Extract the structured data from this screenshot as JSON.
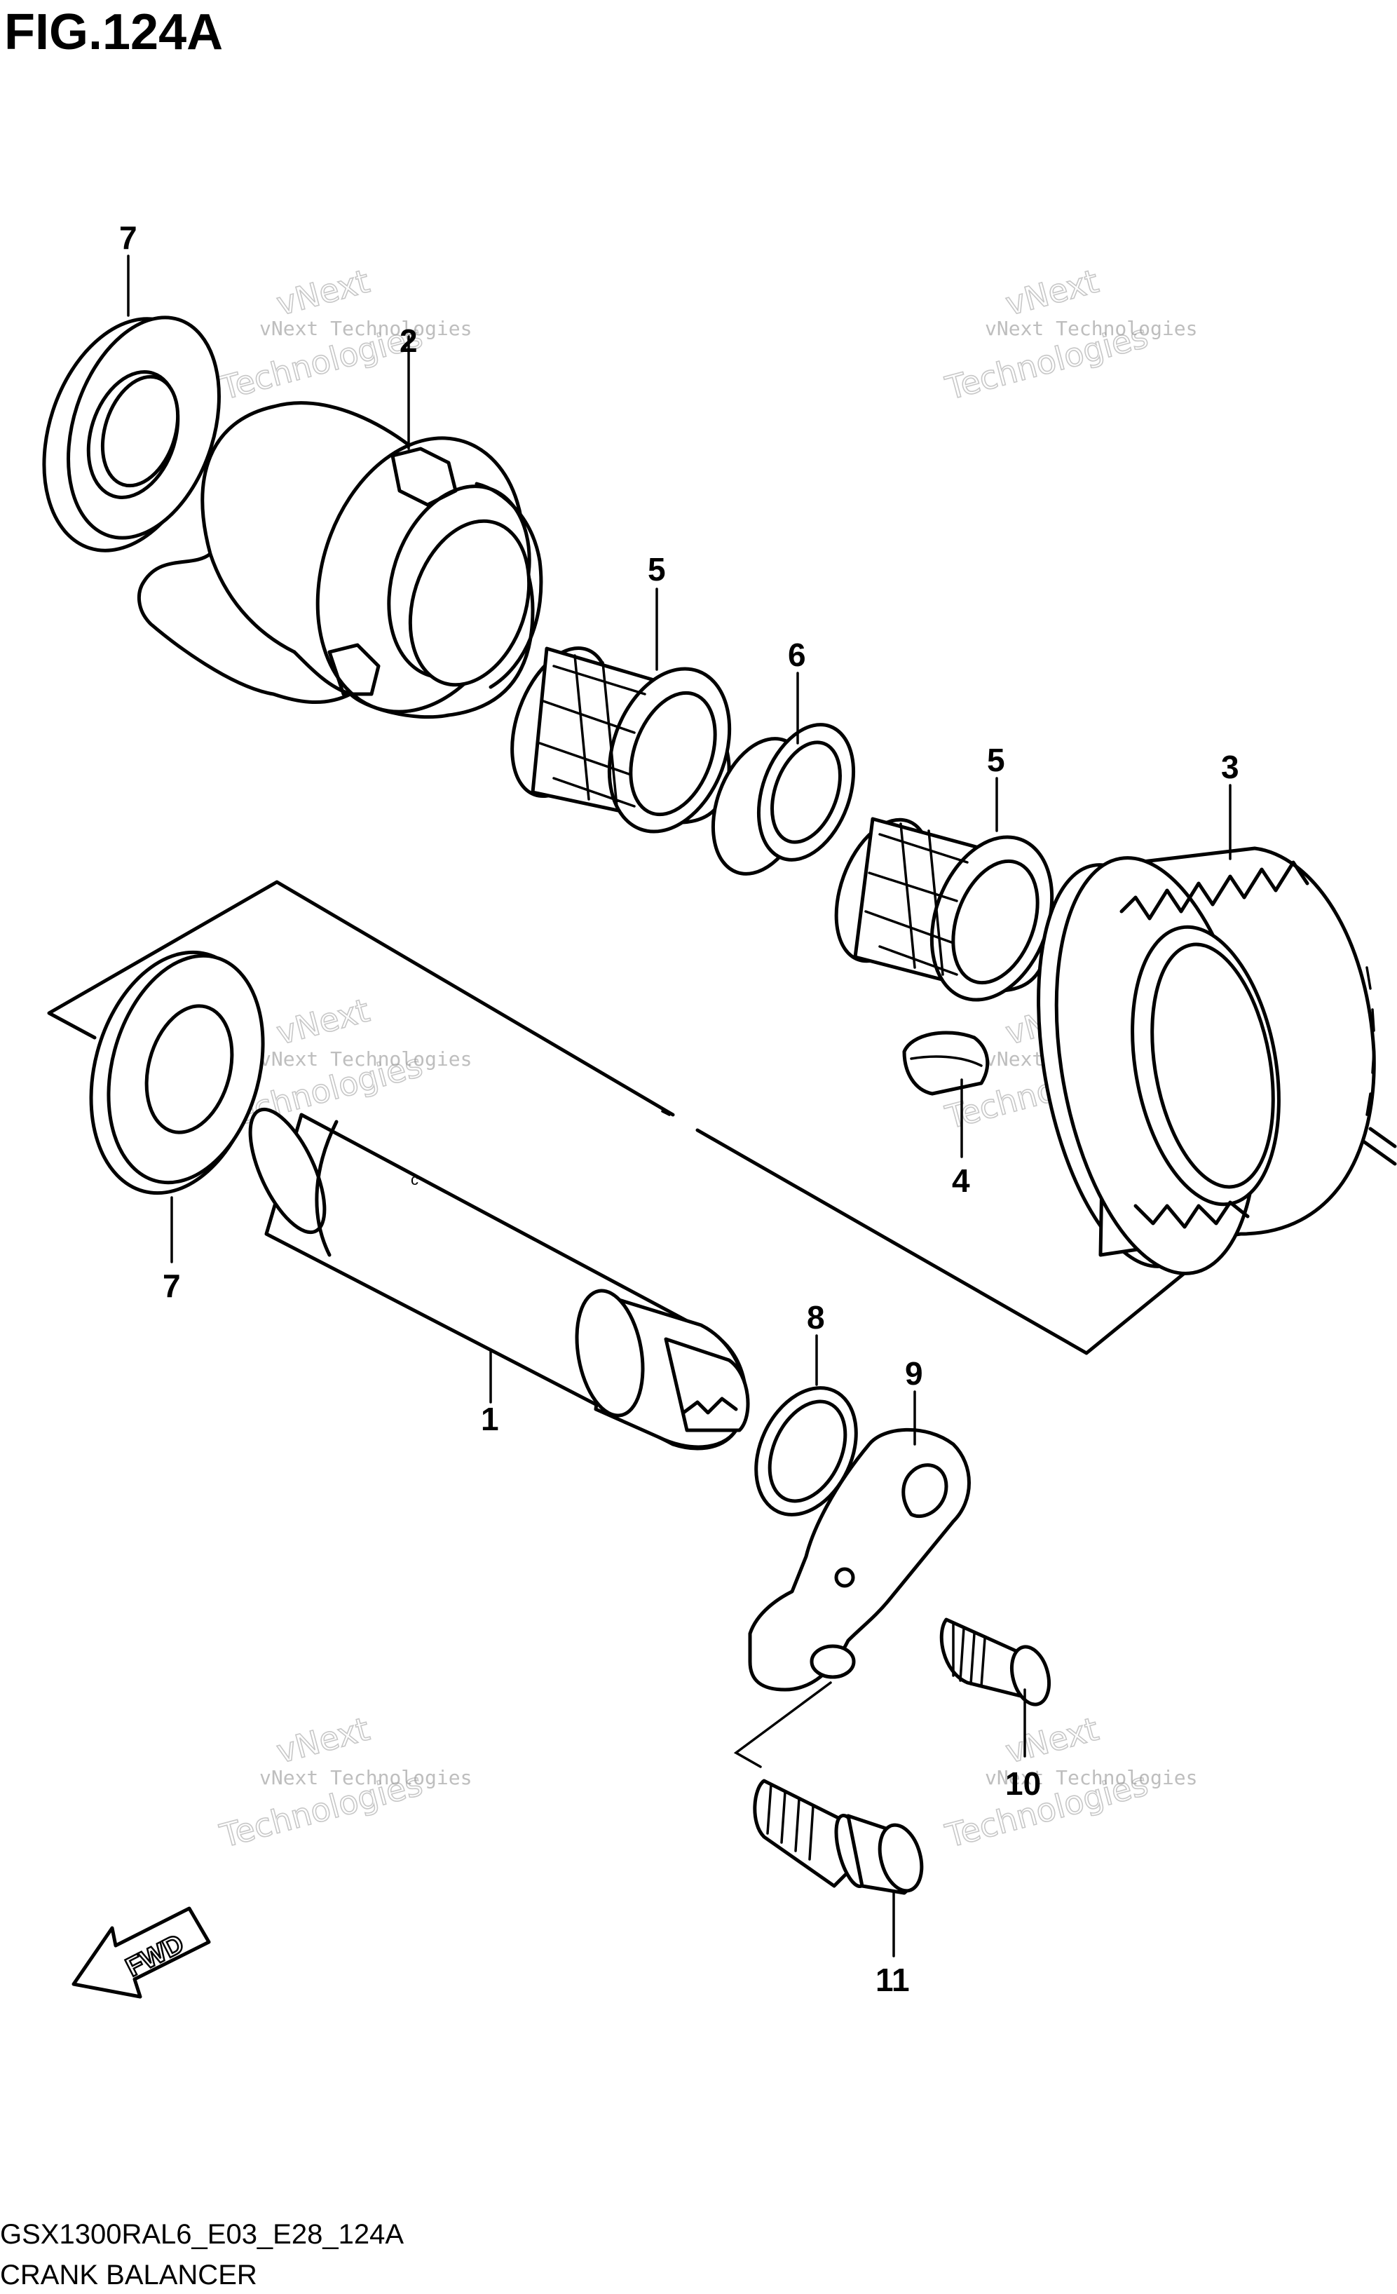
{
  "figure": {
    "title": "FIG.124A",
    "code": "GSX1300RAL6_E03_E28_124A",
    "name": "CRANK BALANCER"
  },
  "callouts": {
    "c1": "1",
    "c2": "2",
    "c3": "3",
    "c4": "4",
    "c5a": "5",
    "c5b": "5",
    "c6": "6",
    "c7a": "7",
    "c7b": "7",
    "c8": "8",
    "c9": "9",
    "c10": "10",
    "c11": "11"
  },
  "fwd_label": "FWD",
  "watermark": {
    "line1": "vNext Technologies",
    "line2": "vNext",
    "line3": "Technologies"
  },
  "colors": {
    "ink": "#000000",
    "watermark": "#9a9a9a",
    "background": "#ffffff"
  }
}
